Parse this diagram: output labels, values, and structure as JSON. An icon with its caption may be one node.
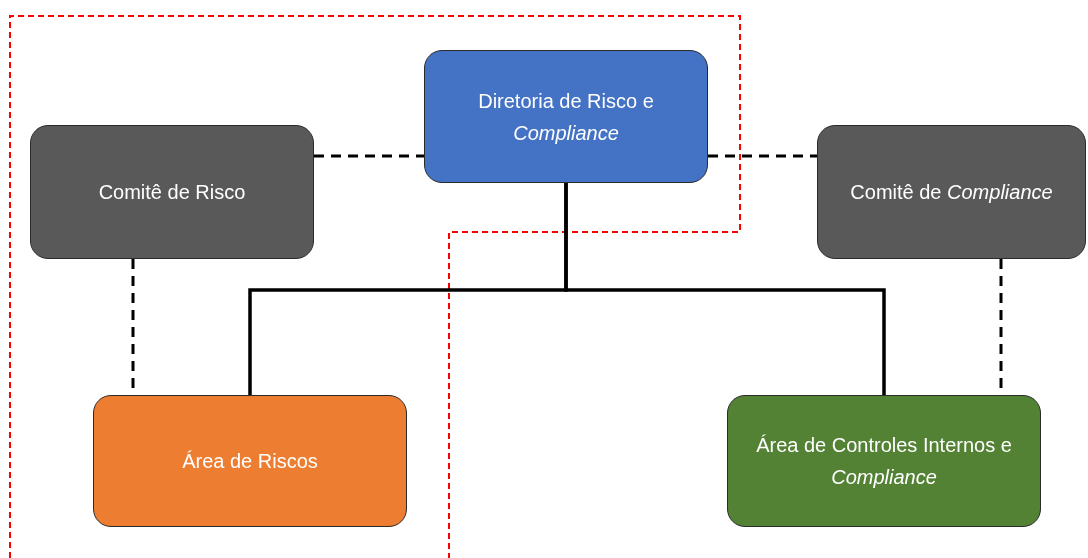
{
  "diagram": {
    "nodes": [
      {
        "text": [
          "Diretoria de Risco e *Compliance*"
        ]
      },
      {
        "text": [
          "Comitê de Risco"
        ]
      },
      {
        "text": [
          "Comitê de *Compliance*"
        ]
      },
      {
        "text": [
          "Área de Riscos"
        ]
      },
      {
        "text": [
          "Área de Controles Internos e *Compliance*"
        ]
      }
    ],
    "edges": [
      {
        "from": 1,
        "to": 0,
        "arrow": "none",
        "style": "dashed"
      },
      {
        "from": 0,
        "to": 2,
        "arrow": "none",
        "style": "dashed"
      },
      {
        "from": 0,
        "to": 3,
        "arrow": "none"
      },
      {
        "from": 0,
        "to": 4,
        "arrow": "none"
      },
      {
        "from": 1,
        "to": 3,
        "arrow": "none",
        "style": "dashed"
      },
      {
        "from": 2,
        "to": 4,
        "arrow": "none",
        "style": "dashed"
      }
    ]
  }
}
